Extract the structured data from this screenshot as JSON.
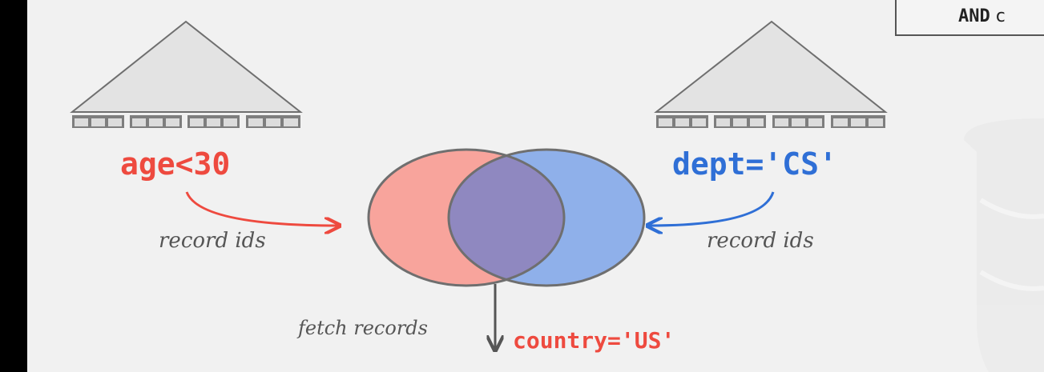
{
  "colors": {
    "red": "#ee4a3f",
    "blue": "#2f6fd6",
    "red_fill": "#f8a49c",
    "blue_fill": "#8fb0ea",
    "overlap_fill": "#8f88c0",
    "outline": "#6f6f6f",
    "index_fill": "#e3e3e3",
    "leaf_fill": "#7e7e7e"
  },
  "top_text_fragment": "",
  "code_box": {
    "keyword": "AND",
    "rest": "c"
  },
  "left_index": {
    "predicate": "age<30",
    "edge_label": "record ids"
  },
  "right_index": {
    "predicate": "dept='CS'",
    "edge_label": "record ids"
  },
  "intersection": {
    "fetch_label": "fetch records",
    "filter_predicate": "country='US'"
  }
}
